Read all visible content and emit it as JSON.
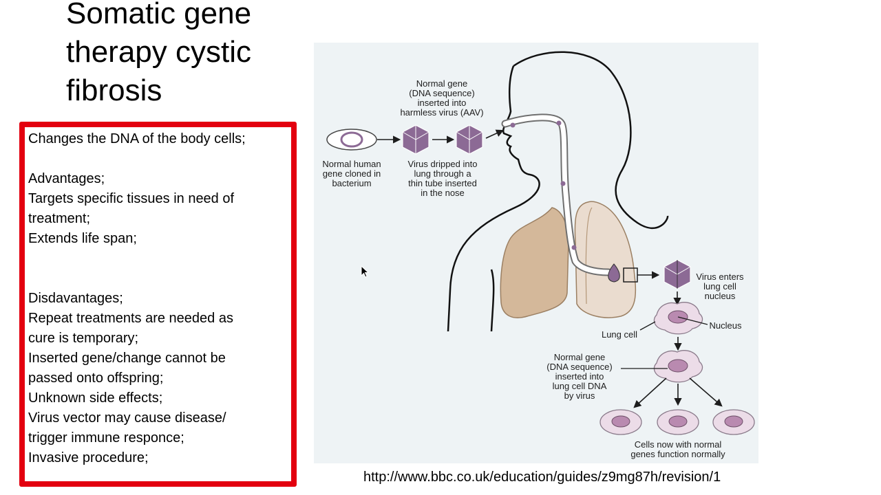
{
  "slide": {
    "title_lines": [
      "Somatic gene",
      "therapy cystic",
      "fibrosis"
    ]
  },
  "notes": {
    "lines": [
      "Changes the DNA of the body cells;",
      "",
      "Advantages;",
      "Targets specific tissues in need of",
      "treatment;",
      "Extends life span;",
      "",
      "",
      "Disdavantages;",
      "Repeat treatments are needed as",
      "cure is temporary;",
      "Inserted gene/change cannot be",
      "passed onto offspring;",
      "Unknown side effects;",
      "Virus vector may cause disease/",
      "trigger immune responce;",
      "Invasive procedure;"
    ]
  },
  "diagram": {
    "normal_gene_top": [
      "Normal gene",
      "(DNA sequence)",
      "inserted into",
      "harmless virus (AAV)"
    ],
    "normal_human_gene": [
      "Normal human",
      "gene cloned in",
      "bacterium"
    ],
    "virus_dripped": [
      "Virus dripped into",
      "lung through a",
      "thin tube inserted",
      "in the nose"
    ],
    "virus_enters": [
      "Virus enters",
      "lung cell",
      "nucleus"
    ],
    "nucleus": "Nucleus",
    "lung_cell": "Lung cell",
    "normal_gene_bottom": [
      "Normal gene",
      "(DNA sequence)",
      "inserted into",
      "lung cell DNA",
      "by virus"
    ],
    "cells_now": [
      "Cells now with normal",
      "genes function normally"
    ],
    "colors": {
      "panel": "#eef3f5",
      "lung": "#d4b89a",
      "virus": "#8c6a95",
      "cell": "#ecdce8",
      "nucleus": "#b98ab0"
    }
  },
  "source": {
    "url": "http://www.bbc.co.uk/education/guides/z9mg87h/revision/1"
  }
}
